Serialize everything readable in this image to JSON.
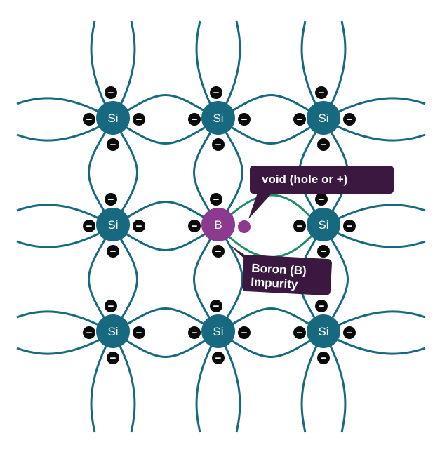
{
  "colors": {
    "bond": "#16697f",
    "atom_si": "#16697f",
    "atom_boron": "#8b3a8f",
    "hole": "#8b3a8f",
    "electron": "#0a0a0a",
    "boron_bond": "#1f8f6b",
    "callout_bg": "#3a1840",
    "label_text": "#ffffff"
  },
  "atoms": [
    {
      "label": "Si",
      "row": 0,
      "col": 0
    },
    {
      "label": "Si",
      "row": 0,
      "col": 1
    },
    {
      "label": "Si",
      "row": 0,
      "col": 2
    },
    {
      "label": "Si",
      "row": 1,
      "col": 0
    },
    {
      "label": "B",
      "row": 1,
      "col": 1,
      "impurity": true
    },
    {
      "label": "Si",
      "row": 1,
      "col": 2
    },
    {
      "label": "Si",
      "row": 2,
      "col": 0
    },
    {
      "label": "Si",
      "row": 2,
      "col": 1
    },
    {
      "label": "Si",
      "row": 2,
      "col": 2
    }
  ],
  "electron_symbol": "−",
  "callouts": {
    "hole": {
      "text": "void (hole or +)"
    },
    "boron": {
      "lines": [
        "Boron (B)",
        "Impurity"
      ]
    }
  }
}
